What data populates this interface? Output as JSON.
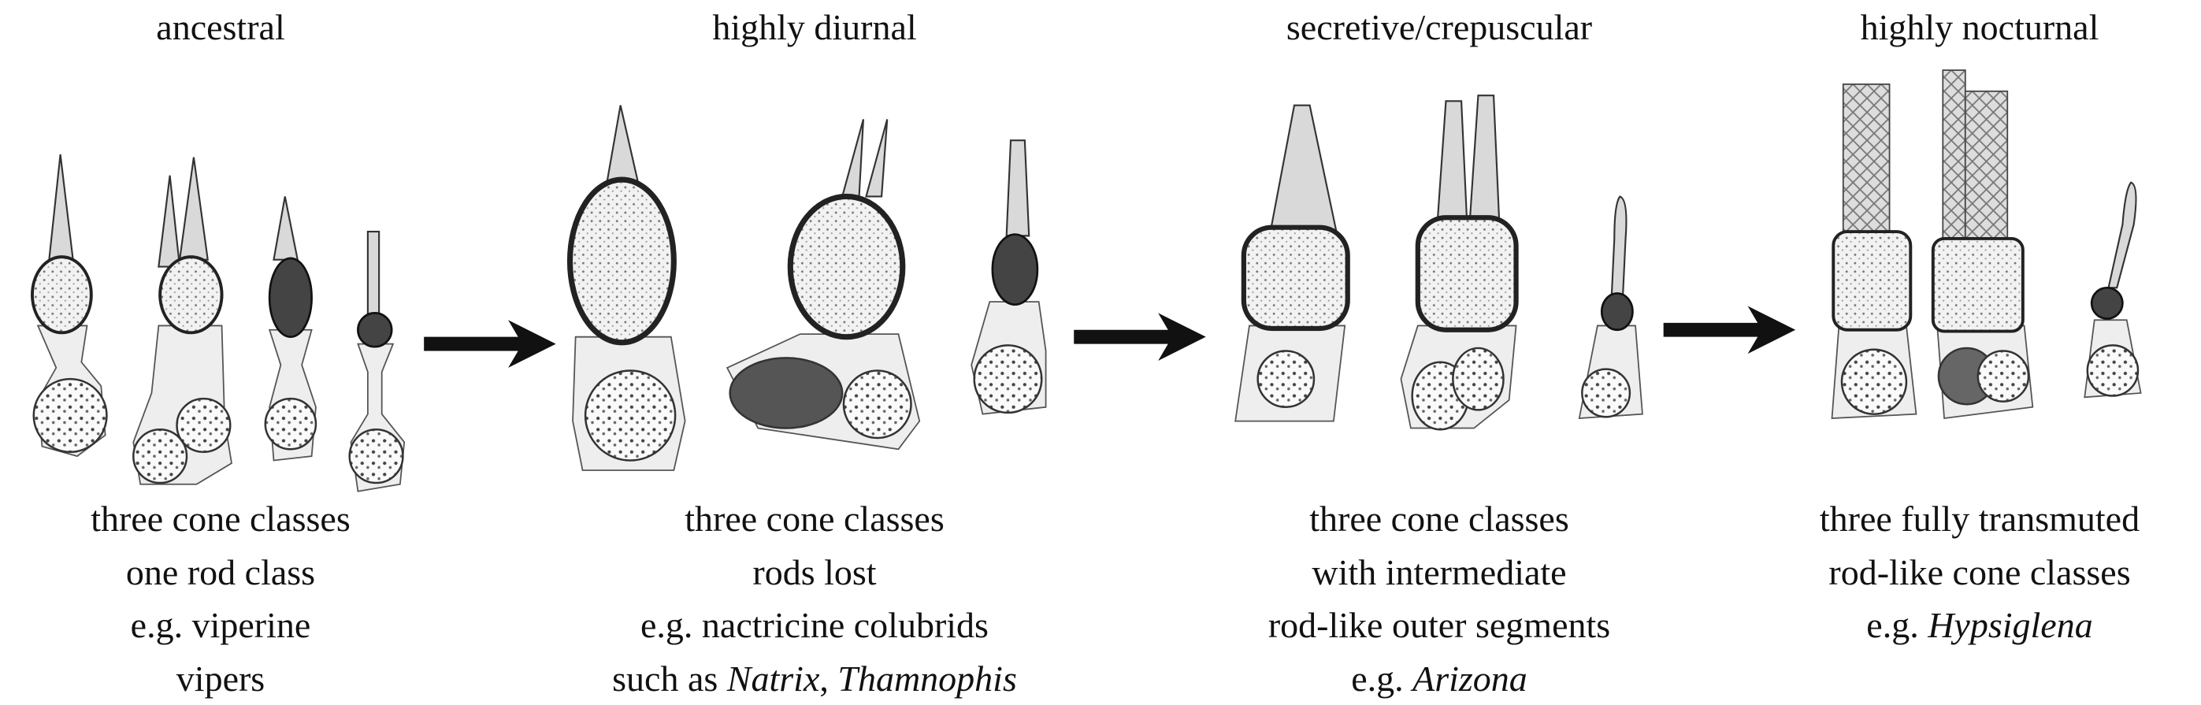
{
  "stages": [
    {
      "title": "ancestral",
      "lines": [
        "three cone classes",
        "one rod class",
        "e.g. viperine",
        "vipers"
      ]
    },
    {
      "title": "highly diurnal",
      "lines": [
        "three cone classes",
        "rods lost",
        "e.g. nactricine colubrids",
        "such as "
      ],
      "genus1": "Natrix",
      "sep": ", ",
      "genus2": "Thamnophis"
    },
    {
      "title": "secretive/crepuscular",
      "lines": [
        "three cone classes",
        "with intermediate",
        "rod-like outer segments",
        "e.g. "
      ],
      "genus1": "Arizona"
    },
    {
      "title": "highly nocturnal",
      "lines": [
        "three fully transmuted",
        "rod-like cone classes",
        "e.g. "
      ],
      "genus1": "Hypsiglena"
    }
  ]
}
